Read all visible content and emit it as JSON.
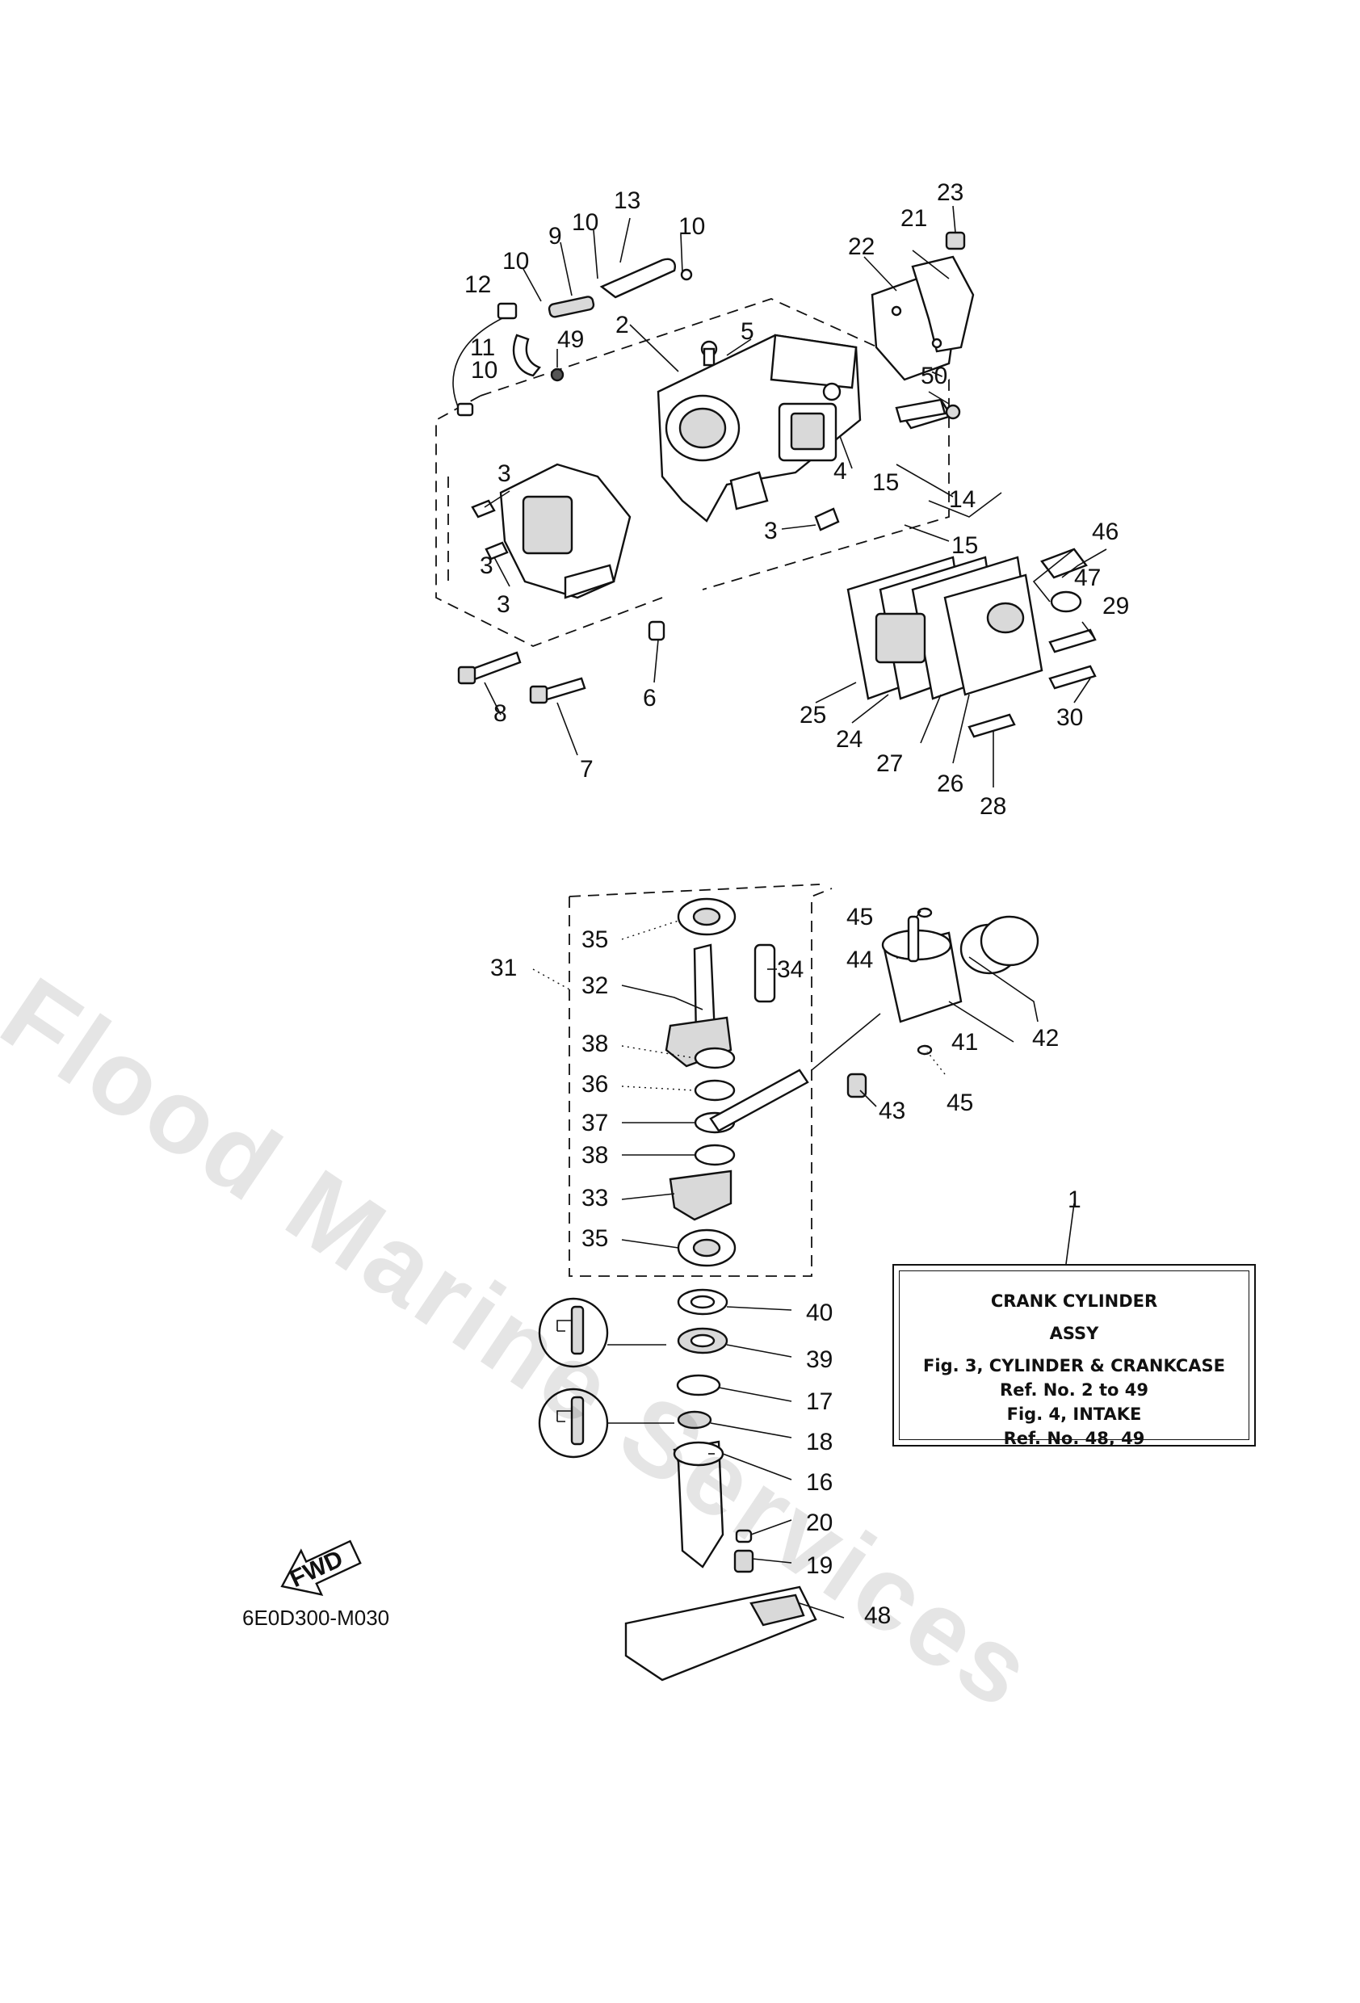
{
  "watermark": "Flood Marine Services",
  "diagram_code": "6E0D300-M030",
  "fwd_label": "FWD",
  "info_box": {
    "ref_number": "1",
    "title_line1": "CRANK CYLINDER",
    "title_line2": "ASSY",
    "line3": "Fig. 3, CYLINDER & CRANKCASE",
    "line4": "Ref. No. 2 to 49",
    "line5": "Fig. 4, INTAKE",
    "line6": "Ref. No. 48, 49"
  },
  "callouts": [
    "2",
    "3",
    "3",
    "3",
    "3",
    "4",
    "5",
    "6",
    "7",
    "8",
    "9",
    "10",
    "10",
    "10",
    "10",
    "11",
    "12",
    "13",
    "14",
    "15",
    "15",
    "16",
    "17",
    "18",
    "19",
    "20",
    "21",
    "22",
    "23",
    "24",
    "25",
    "26",
    "27",
    "28",
    "29",
    "30",
    "31",
    "32",
    "33",
    "34",
    "35",
    "35",
    "36",
    "37",
    "38",
    "38",
    "39",
    "40",
    "41",
    "42",
    "43",
    "44",
    "45",
    "45",
    "46",
    "47",
    "48",
    "49",
    "50"
  ],
  "icons": {
    "direction": "fwd-arrow-icon",
    "oil_seal_detail": "oil-seal-detail-icon"
  }
}
